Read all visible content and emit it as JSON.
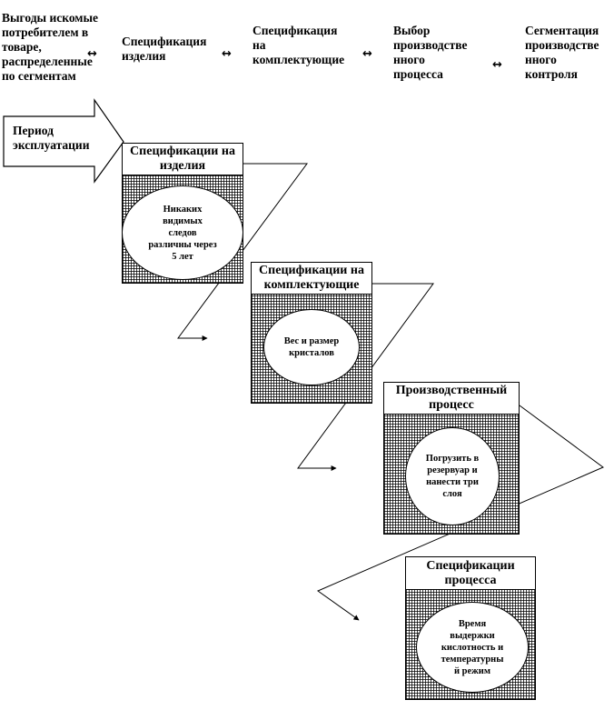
{
  "header": {
    "col1": "Выгоды искомые\nпотребителем в\nтоваре,\nраспределенные\nпо сегментам",
    "col2": "Спецификация\nизделия",
    "col3": "Спецификация\nна\nкомплектующие",
    "col4": "Выбор\nпроизводстве\nнного\nпроцесса",
    "col5": "Сегментация\nпроизводстве\nнного\nконтроля",
    "arrow": "↔"
  },
  "period": {
    "label": "Период\nэксплуатации"
  },
  "steps": [
    {
      "title": "Спецификации на изделия",
      "text": "Никаких\nвидимых\nследов\nразличны через\n5 лет"
    },
    {
      "title": "Спецификации на комплектующие",
      "text": "Вес и размер\nкристалов"
    },
    {
      "title": "Производственный процесс",
      "text": "Погрузить в\nрезервуар и\nнанести три\nслоя"
    },
    {
      "title": "Спецификации процесса",
      "text": "Время\nвыдержки\nкислотность и\nтемпературны\nй режим"
    }
  ]
}
